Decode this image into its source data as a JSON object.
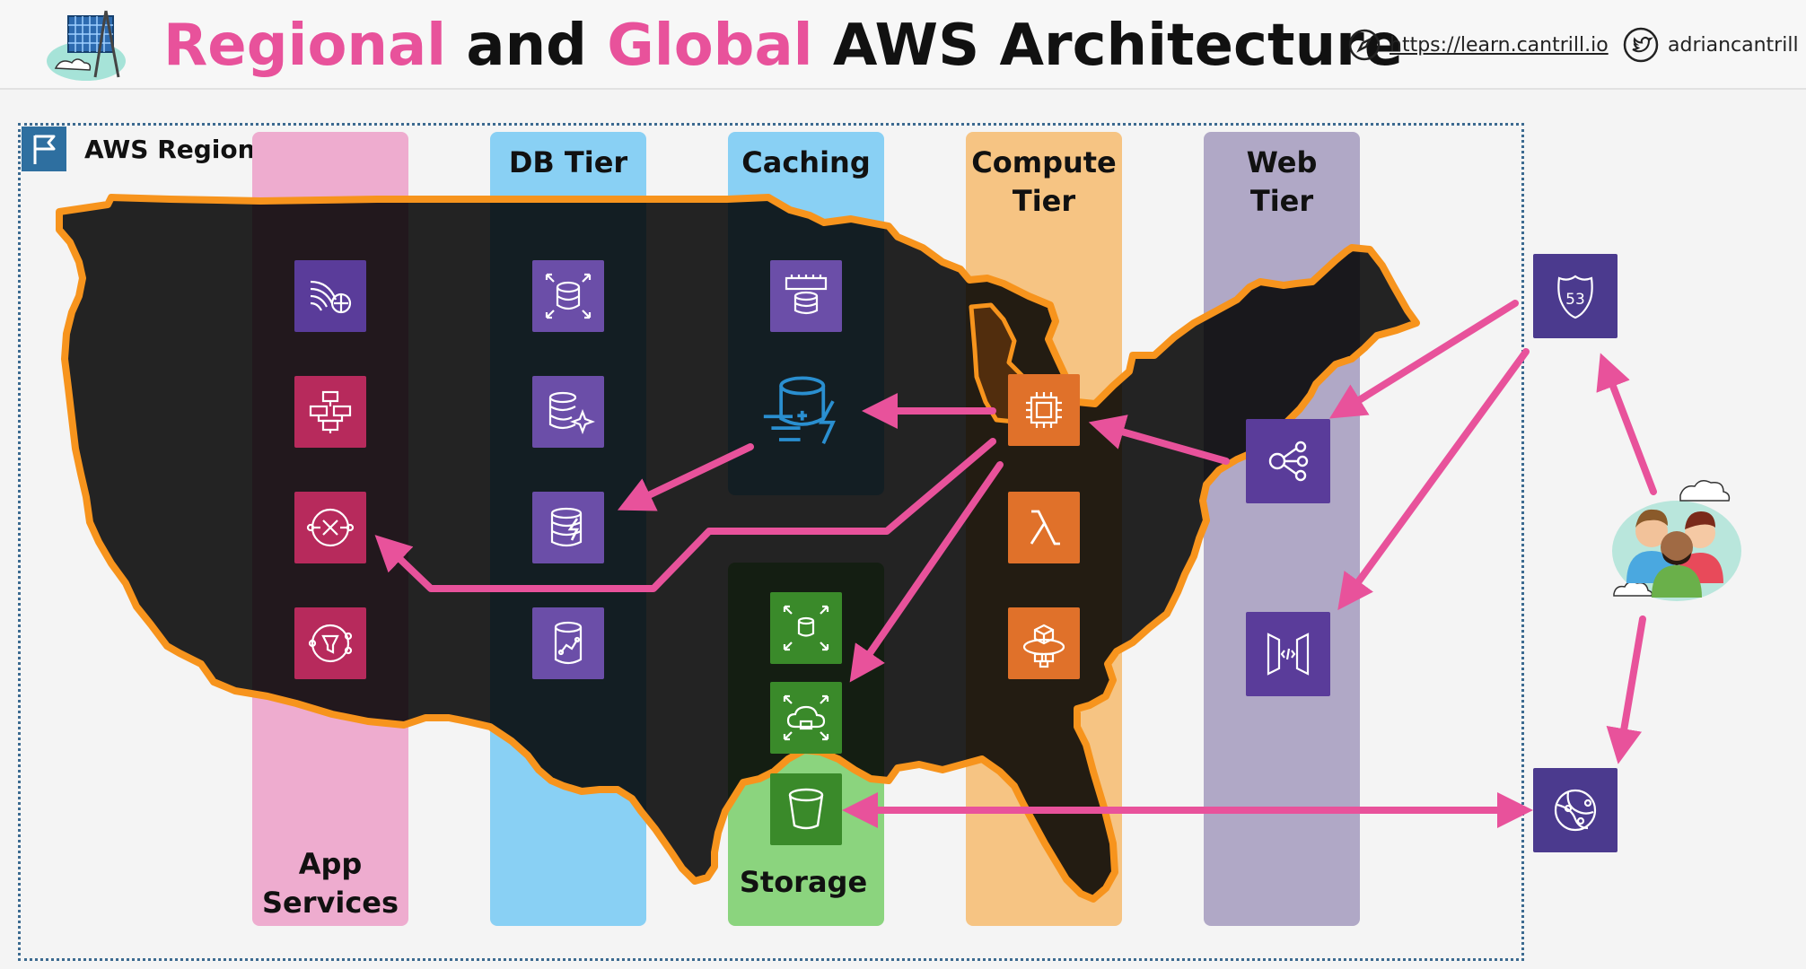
{
  "header": {
    "title_part1": "Regional",
    "title_part2": "and",
    "title_part3": "Global",
    "title_part4": "AWS Architecture",
    "site_link": "https://learn.cantrill.io",
    "twitter_handle": "adriancantrill"
  },
  "region": {
    "label": "AWS Region"
  },
  "tiers": {
    "app_line1": "App",
    "app_line2": "Services",
    "db": "DB Tier",
    "caching": "Caching",
    "compute_line1": "Compute",
    "compute_line2": "Tier",
    "web_line1": "Web",
    "web_line2": "Tier",
    "storage": "Storage"
  },
  "icons": {
    "app": [
      "kinesis-icon",
      "step-functions-icon",
      "sqs-icon",
      "sns-icon"
    ],
    "db": [
      "rds-icon",
      "aurora-icon",
      "dynamodb-icon",
      "timestream-icon"
    ],
    "caching": [
      "elasticache-icon",
      "dax-icon"
    ],
    "storage": [
      "ebs-icon",
      "efs-icon",
      "s3-bucket-icon"
    ],
    "compute": [
      "ec2-icon",
      "lambda-icon",
      "ecs-icon"
    ],
    "web": [
      "load-balancer-icon",
      "api-gateway-icon"
    ],
    "global": [
      "route53-icon",
      "cloudfront-icon"
    ],
    "route53_text": "53"
  },
  "colors": {
    "accent_pink": "#e8529b",
    "map_fill": "#000000",
    "map_border": "#f7941d",
    "region_border": "#3c6a90"
  }
}
